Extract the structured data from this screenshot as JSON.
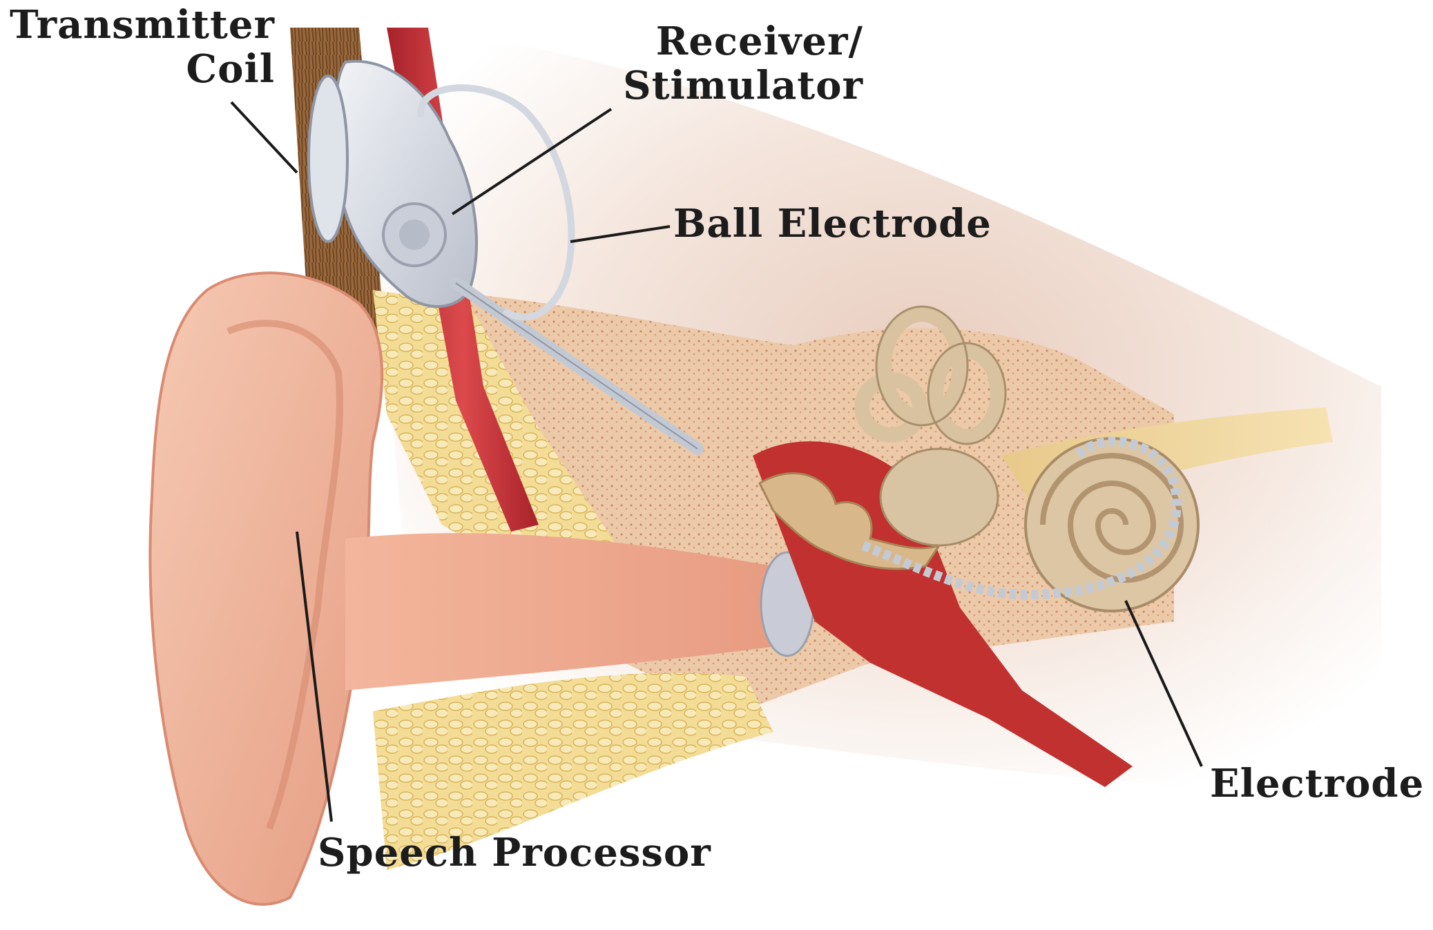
{
  "labels": {
    "transmitter_coil": [
      "Transmitter",
      "Coil"
    ],
    "receiver_stimulator": [
      "Receiver/",
      "Stimulator"
    ],
    "ball_electrode": "Ball Electrode",
    "electrode": "Electrode",
    "speech_processor": "Speech Processor"
  },
  "colors": {
    "skin": "#f2b9a0",
    "skin_shadow": "#d88b72",
    "bone": "#e9c8a8",
    "bone_dots": "#c98b6a",
    "fat": "#f0d68a",
    "cartilage": "#d9dde6",
    "artery": "#c8333a",
    "device": "#d7dce5",
    "hair": "#8a5a32",
    "nerve": "#e9c88c",
    "leader_line": "#1a1a1a"
  }
}
